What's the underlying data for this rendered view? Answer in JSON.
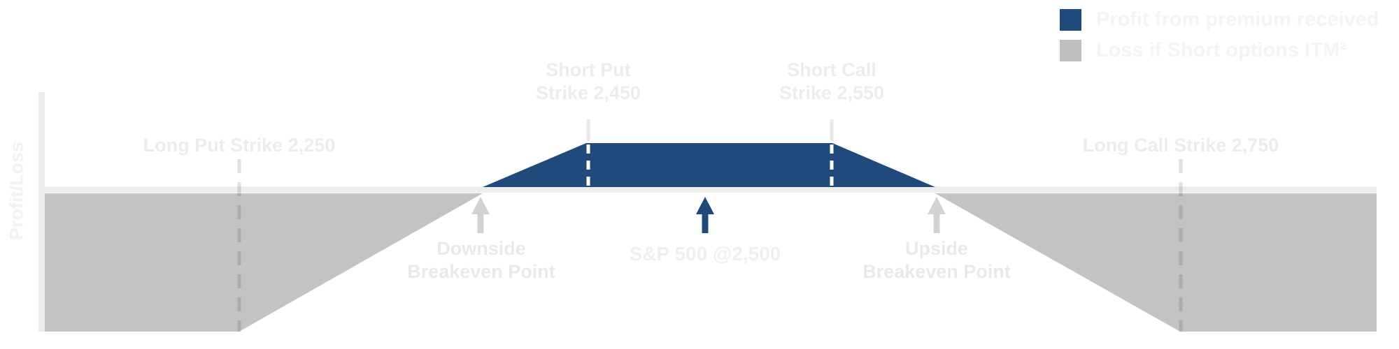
{
  "colors": {
    "profit_blue": "#214a7c",
    "loss_gray": "#c3c3c3",
    "legend_gray": "#bfbfbf",
    "zero_line_gray": "#ededed",
    "axis_gray": "#ececec",
    "label_light_gray": "#ececec",
    "legend_text_gray": "#f4f4f4",
    "gray_arrow": "#d2d2d2",
    "white_dash": "#ffffff"
  },
  "legend": {
    "items": [
      {
        "label": "Profit from premium received",
        "swatch": "blue-square"
      },
      {
        "label": "Loss if Short options ITM²",
        "swatch": "gray-square"
      }
    ]
  },
  "y_axis": {
    "label": "Profit/Loss"
  },
  "labels": {
    "long_put": "Long Put Strike 2,250",
    "short_put_line1": "Short Put",
    "short_put_line2": "Strike 2,450",
    "short_call_line1": "Short Call",
    "short_call_line2": "Strike 2,550",
    "long_call": "Long Call Strike 2,750",
    "downside_line1": "Downside",
    "downside_line2": "Breakeven Point",
    "upside_line1": "Upside",
    "upside_line2": "Breakeven Point",
    "spot": "S&P 500 @2,500"
  },
  "chart_data": {
    "type": "area",
    "title": "Iron condor payoff profile (schematic; no numeric y scale shown)",
    "xlabel": "",
    "ylabel": "Profit/Loss",
    "grid": false,
    "legend_position": "top-right",
    "x_key_levels": {
      "long_put_strike": 2250,
      "short_put_strike": 2450,
      "underlying_price": 2500,
      "short_call_strike": 2550,
      "long_call_strike": 2750
    },
    "breakevens": [
      "Downside Breakeven Point",
      "Upside Breakeven Point"
    ],
    "y_units": "relative (1 = max profit plateau, -3.1 = max loss plateau; chart is schematic)",
    "series": [
      {
        "name": "Profit from premium received",
        "color": "#214a7c",
        "geometry": "trapezoid above the zero line between the breakeven points",
        "points_schematic": [
          {
            "x": "downside breakeven",
            "y": 0
          },
          {
            "x": 2450,
            "y": 1
          },
          {
            "x": 2550,
            "y": 1
          },
          {
            "x": "upside breakeven",
            "y": 0
          }
        ]
      },
      {
        "name": "Loss if Short options ITM²",
        "color": "#c3c3c3",
        "geometry": "two regions below the zero line, flattening to max loss beyond the long strikes",
        "points_schematic": [
          {
            "x": "left edge",
            "y": -3.1
          },
          {
            "x": 2250,
            "y": -3.1
          },
          {
            "x": "downside breakeven",
            "y": 0
          },
          {
            "x": "upside breakeven",
            "y": 0
          },
          {
            "x": 2750,
            "y": -3.1
          },
          {
            "x": "right edge",
            "y": -3.1
          }
        ]
      }
    ],
    "annotations": [
      {
        "text": "S&P 500 @2,500",
        "marker": "blue up-arrow at underlying price"
      },
      {
        "text": "Downside Breakeven Point",
        "marker": "gray up-arrow"
      },
      {
        "text": "Upside Breakeven Point",
        "marker": "gray up-arrow"
      },
      {
        "text": "strike levels marked with vertical dashed lines",
        "marker": "dashed lines"
      }
    ]
  }
}
